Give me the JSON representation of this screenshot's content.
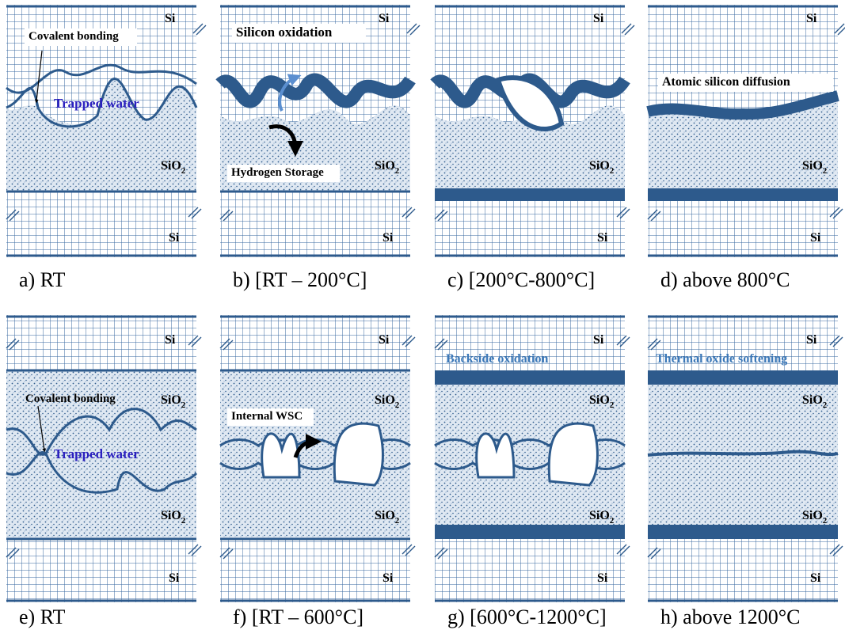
{
  "colors": {
    "band": "#2d5a8c",
    "grid": "#3a6aa0",
    "oxide": "#dfe8f2",
    "accent_text": "#3b78b8",
    "water_text": "#2a1fbf"
  },
  "figure": {
    "panels": [
      {
        "caption": "a) RT",
        "variant": "a",
        "labels": {
          "si_top": "Si",
          "sio2_top": "",
          "sio2_bottom": "SiO",
          "si_bottom": "Si"
        },
        "annotations": [
          {
            "text": "Covalent bonding",
            "style": "box"
          },
          {
            "text": "Trapped water",
            "style": "water"
          }
        ]
      },
      {
        "caption": "b) [RT – 200°C]",
        "variant": "b",
        "labels": {
          "si_top": "Si",
          "sio2_top": "",
          "sio2_bottom": "SiO",
          "si_bottom": "Si"
        },
        "annotations": [
          {
            "text": "Silicon oxidation",
            "style": "accent"
          },
          {
            "text": "Hydrogen Storage",
            "style": "box"
          }
        ]
      },
      {
        "caption": "c) [200°C-800°C]",
        "variant": "c",
        "labels": {
          "si_top": "Si",
          "sio2_top": "",
          "sio2_bottom": "SiO",
          "si_bottom": "Si"
        },
        "annotations": []
      },
      {
        "caption": "d) above 800°C",
        "variant": "d",
        "labels": {
          "si_top": "Si",
          "sio2_top": "",
          "sio2_bottom": "SiO",
          "si_bottom": "Si"
        },
        "annotations": [
          {
            "text": "Atomic silicon diffusion",
            "style": "accent"
          }
        ]
      },
      {
        "caption": "e) RT",
        "variant": "e",
        "labels": {
          "si_top": "Si",
          "sio2_top": "SiO",
          "sio2_bottom": "SiO",
          "si_bottom": "Si"
        },
        "annotations": [
          {
            "text": "Covalent bonding",
            "style": "plain"
          },
          {
            "text": "Trapped water",
            "style": "water"
          }
        ]
      },
      {
        "caption": "f) [RT – 600°C]",
        "variant": "f",
        "labels": {
          "si_top": "Si",
          "sio2_top": "SiO",
          "sio2_bottom": "SiO",
          "si_bottom": "Si"
        },
        "annotations": [
          {
            "text": "Internal WSC",
            "style": "box"
          }
        ]
      },
      {
        "caption": "g) [600°C-1200°C]",
        "variant": "g",
        "labels": {
          "si_top": "Si",
          "sio2_top": "SiO",
          "sio2_bottom": "SiO",
          "si_bottom": "Si"
        },
        "annotations": [
          {
            "text": "Backside oxidation",
            "style": "accent"
          }
        ]
      },
      {
        "caption": "h) above 1200°C",
        "variant": "h",
        "labels": {
          "si_top": "Si",
          "sio2_top": "SiO",
          "sio2_bottom": "SiO",
          "si_bottom": "Si"
        },
        "annotations": [
          {
            "text": "Thermal oxide softening",
            "style": "accent"
          }
        ]
      }
    ],
    "subscript": "2"
  }
}
